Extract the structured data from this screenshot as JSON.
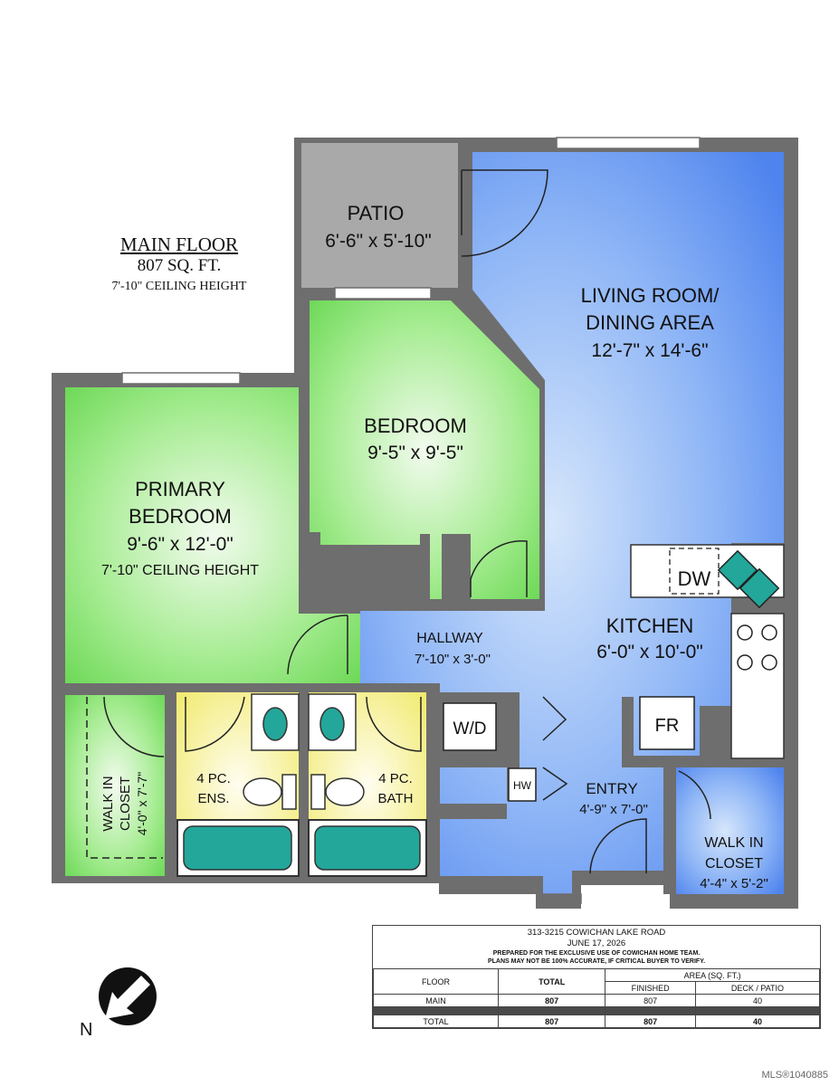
{
  "title": {
    "floor": "MAIN FLOOR",
    "area": "807 SQ. FT.",
    "ceiling": "7'-10\" CEILING HEIGHT"
  },
  "rooms": {
    "patio": {
      "name": "PATIO",
      "dim": "6'-6\" x 5'-10\""
    },
    "living": {
      "name1": "LIVING ROOM/",
      "name2": "DINING AREA",
      "dim": "12'-7\" x 14'-6\""
    },
    "bedroom": {
      "name": "BEDROOM",
      "dim": "9'-5\" x 9'-5\""
    },
    "primary": {
      "name1": "PRIMARY",
      "name2": "BEDROOM",
      "dim": "9'-6\" x 12'-0\"",
      "ceiling": "7'-10\" CEILING HEIGHT"
    },
    "hallway": {
      "name": "HALLWAY",
      "dim": "7'-10\" x 3'-0\""
    },
    "kitchen": {
      "name": "KITCHEN",
      "dim": "6'-0\" x 10'-0\""
    },
    "entry": {
      "name": "ENTRY",
      "dim": "4'-9\" x 7'-0\""
    },
    "walkin_left": {
      "name1": "WALK IN",
      "name2": "CLOSET",
      "dim": "4'-0\" x 7'-7\""
    },
    "walkin_right": {
      "name1": "WALK IN",
      "name2": "CLOSET",
      "dim": "4'-4\" x 5'-2\""
    },
    "ensuite": {
      "name1": "4 PC.",
      "name2": "ENS."
    },
    "bath": {
      "name1": "4 PC.",
      "name2": "BATH"
    }
  },
  "fixtures": {
    "dw": "DW",
    "wd": "W/D",
    "hw": "HW",
    "fr": "FR"
  },
  "info": {
    "address": "313-3215 COWICHAN LAKE ROAD",
    "date": "JUNE 17, 2026",
    "prepared": "PREPARED FOR THE EXCLUSIVE USE OF COWICHAN HOME TEAM.",
    "disclaimer": "PLANS MAY NOT BE 100% ACCURATE, IF CRITICAL BUYER TO VERIFY.",
    "headers": {
      "floor": "FLOOR",
      "total": "TOTAL",
      "area": "AREA (SQ. FT.)",
      "finished": "FINISHED",
      "deck": "DECK / PATIO"
    },
    "rows": [
      {
        "floor": "MAIN",
        "total": "807",
        "finished": "807",
        "deck": "40"
      },
      {
        "floor": "TOTAL",
        "total": "807",
        "finished": "807",
        "deck": "40"
      }
    ]
  },
  "compass_label": "N",
  "mls": "MLS®1040885",
  "colors": {
    "wall": "#6e6e6e",
    "blue": "#5b8ff0",
    "green": "#7ee26a",
    "yellow": "#f2ec7a",
    "patio": "#a9a9a9",
    "teal": "#22a79a"
  }
}
